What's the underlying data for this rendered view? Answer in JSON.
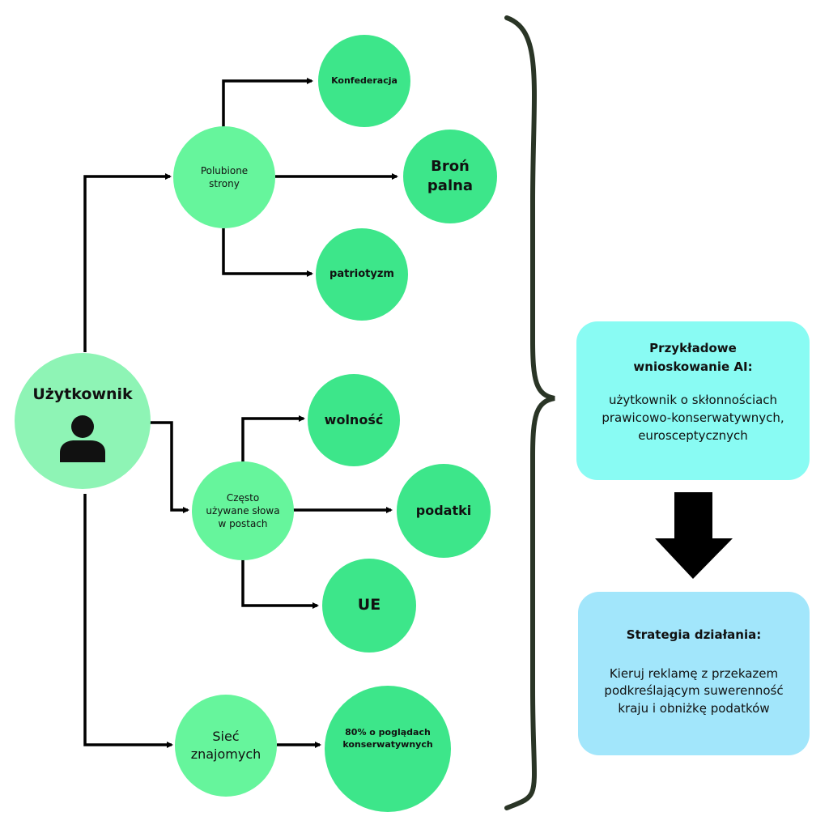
{
  "user": {
    "label": "Użytkownik"
  },
  "groups": {
    "liked_pages": "Polubione\nstrony",
    "frequent_words": "Często\nużywane słowa\nw postach",
    "friends": "Sieć\nznajomych"
  },
  "leaves": {
    "konfederacja": "Konfederacja",
    "bron": "Broń\npalna",
    "patriotyzm": "patriotyzm",
    "wolnosc": "wolność",
    "podatki": "podatki",
    "ue": "UE",
    "conservative": "80% o poglądach\nkonserwatywnych"
  },
  "inference": {
    "title": "Przykładowe\nwnioskowanie AI:",
    "body": "użytkownik o skłonnościach\nprawicowo-konserwatywnych,\neurosceptycznych"
  },
  "strategy": {
    "title": "Strategia działania:",
    "body": "Kieruj reklamę z przekazem\npodkreślającym suwerenność\nkraju i obniżkę podatków"
  },
  "colors": {
    "user_node": "#8ef4b5",
    "group_node": "#66f59c",
    "leaf_node": "#3de68a",
    "inference_box": "#89fbf3",
    "strategy_box": "#a2e6fb",
    "connector": "#000000",
    "brace": "#2a3526"
  }
}
